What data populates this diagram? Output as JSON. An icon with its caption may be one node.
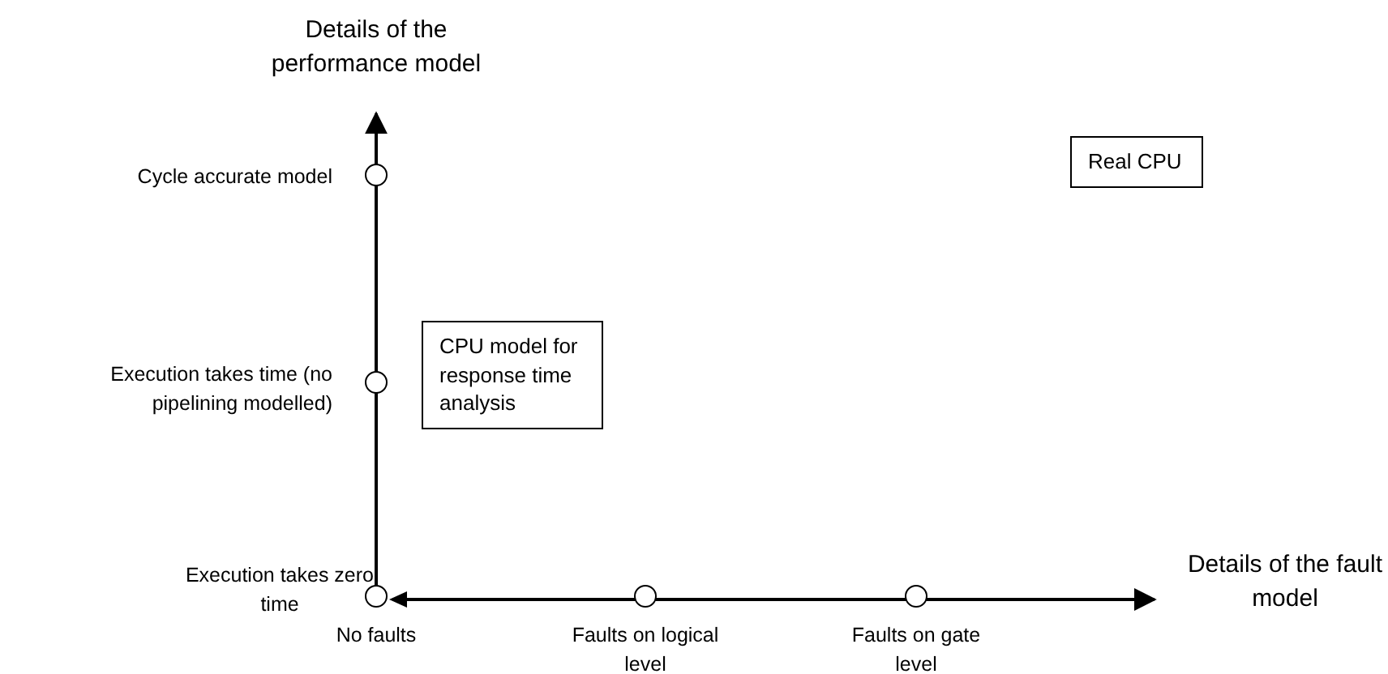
{
  "diagram": {
    "nodes": [
      {
        "text": [],
        "shape": "circle",
        "beside": [
          "Cycle accurate model"
        ]
      },
      {
        "text": [],
        "shape": "circle",
        "beside": [
          "Execution takes time (no pipelining modelled)"
        ]
      },
      {
        "text": [],
        "shape": "circle",
        "beside": [
          "Execution takes zero time",
          "No faults"
        ]
      },
      {
        "text": [],
        "shape": "circle",
        "beside": [
          "Faults on logical level"
        ]
      },
      {
        "text": [],
        "shape": "circle",
        "beside": [
          "Faults on gate level"
        ]
      },
      {
        "text": [
          "CPU model for response time analysis"
        ]
      },
      {
        "text": [
          "Real CPU"
        ]
      }
    ],
    "edges": [],
    "labels": [
      "Details of the performance model",
      "Details of the fault model"
    ]
  }
}
